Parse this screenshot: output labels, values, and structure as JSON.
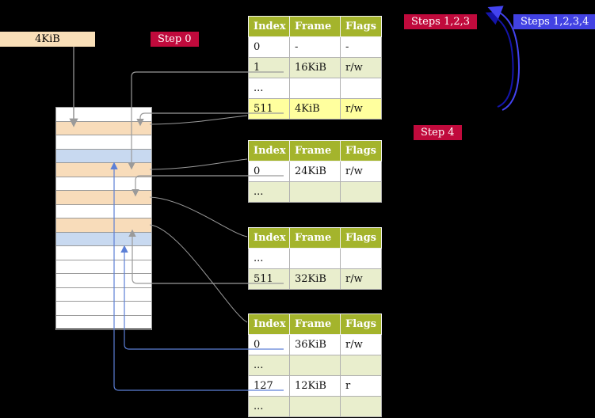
{
  "cr3_box": {
    "label": "4KiB"
  },
  "badges": {
    "step0": {
      "label": "Step 0"
    },
    "steps123": {
      "label": "Steps 1,2,3"
    },
    "steps1234": {
      "label": "Steps 1,2,3,4"
    },
    "step4": {
      "label": "Step 4"
    }
  },
  "tables": [
    {
      "name": "page-table-level-4",
      "columns": [
        "Index",
        "Frame",
        "Flags"
      ],
      "rows": [
        {
          "cells": [
            "0",
            "-",
            "-"
          ],
          "variant": "white"
        },
        {
          "cells": [
            "1",
            "16KiB",
            "r/w"
          ],
          "variant": "green"
        },
        {
          "cells": [
            "...",
            "",
            ""
          ],
          "variant": "white"
        },
        {
          "cells": [
            "511",
            "4KiB",
            "r/w"
          ],
          "variant": "highlight"
        }
      ]
    },
    {
      "name": "page-table-level-3",
      "columns": [
        "Index",
        "Frame",
        "Flags"
      ],
      "rows": [
        {
          "cells": [
            "0",
            "24KiB",
            "r/w"
          ],
          "variant": "white"
        },
        {
          "cells": [
            "...",
            "",
            ""
          ],
          "variant": "green"
        }
      ]
    },
    {
      "name": "page-table-level-2",
      "columns": [
        "Index",
        "Frame",
        "Flags"
      ],
      "rows": [
        {
          "cells": [
            "...",
            "",
            ""
          ],
          "variant": "white"
        },
        {
          "cells": [
            "511",
            "32KiB",
            "r/w"
          ],
          "variant": "green"
        }
      ]
    },
    {
      "name": "page-table-level-1",
      "columns": [
        "Index",
        "Frame",
        "Flags"
      ],
      "rows": [
        {
          "cells": [
            "0",
            "36KiB",
            "r/w"
          ],
          "variant": "white"
        },
        {
          "cells": [
            "...",
            "",
            ""
          ],
          "variant": "green"
        },
        {
          "cells": [
            "127",
            "12KiB",
            "r"
          ],
          "variant": "white"
        },
        {
          "cells": [
            "...",
            "",
            ""
          ],
          "variant": "green"
        }
      ]
    }
  ],
  "memory_stack": {
    "rows": [
      {
        "frame_type": "empty"
      },
      {
        "frame_type": "page-table"
      },
      {
        "frame_type": "empty"
      },
      {
        "frame_type": "mapped"
      },
      {
        "frame_type": "page-table"
      },
      {
        "frame_type": "empty"
      },
      {
        "frame_type": "page-table"
      },
      {
        "frame_type": "empty"
      },
      {
        "frame_type": "page-table"
      },
      {
        "frame_type": "mapped"
      },
      {
        "frame_type": "empty"
      },
      {
        "frame_type": "empty"
      },
      {
        "frame_type": "empty"
      },
      {
        "frame_type": "empty"
      },
      {
        "frame_type": "empty"
      },
      {
        "frame_type": "empty"
      }
    ]
  },
  "colors": {
    "table_header_olive": "#a4b42c",
    "table_row_green": "#e9eecd",
    "highlight_yellow": "#ffff9e",
    "frame_page_table_peach": "#f8dcba",
    "frame_mapped_blue": "#c8d9f0",
    "badge_red": "#c00a3c",
    "badge_blue": "#4242e3",
    "arrow_gray": "#9a9a9a",
    "arrow_blue": "#5c7fd6",
    "loop_arrow_navy": "#1414a8",
    "loop_arrow_bright_blue": "#4343f0"
  }
}
